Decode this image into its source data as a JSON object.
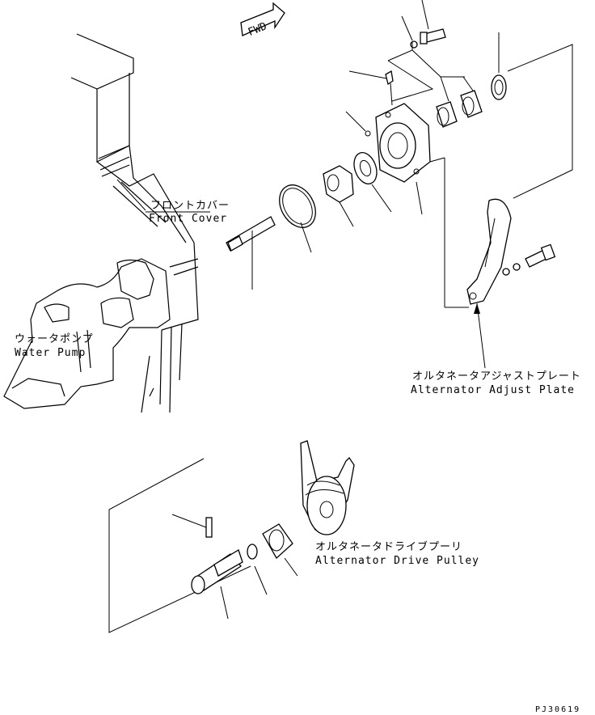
{
  "fwd_arrow": {
    "label": "FWD"
  },
  "labels": {
    "front_cover_jp": "フロントカバー",
    "front_cover_en": "Front Cover",
    "water_pump_jp": "ウォータポンプ",
    "water_pump_en": "Water Pump",
    "adjust_plate_jp": "オルタネータアジャストプレート",
    "adjust_plate_en": "Alternator Adjust Plate",
    "drive_pulley_jp": "オルタネータドライブプーリ",
    "drive_pulley_en": "Alternator Drive Pulley"
  },
  "drawing_code": "PJ30619"
}
